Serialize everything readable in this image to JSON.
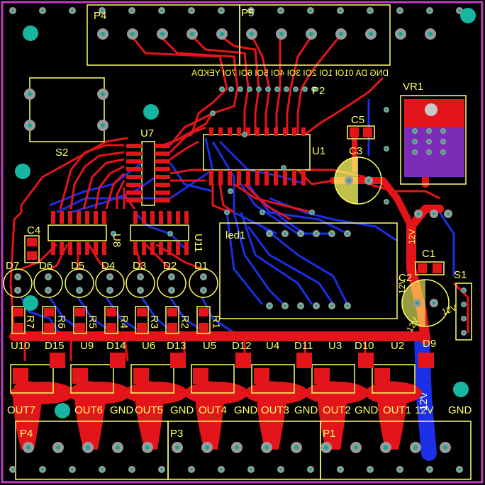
{
  "colors": {
    "background": "#000000",
    "top_copper": "#e4141b",
    "bottom_copper": "#1a2fe6",
    "silkscreen": "#ffff66",
    "board_outline": "#c03cc0",
    "pad_ring": "#9a9a9a",
    "via_hole": "#18b6a0",
    "component_body": "#7b2db8"
  },
  "designators": {
    "P4": "P4",
    "P5": "P5",
    "P2": "P2",
    "P1": "P1",
    "P3": "P3",
    "VR1": "VR1",
    "S2": "S2",
    "S1": "S1",
    "U7": "U7",
    "U1": "U1",
    "C5": "C5",
    "C3": "C3",
    "C4": "C4",
    "C1": "C1",
    "C2": "C2",
    "U8": "U8",
    "U11": "U11",
    "led1": "led1",
    "D7": "D7",
    "D6": "D6",
    "D5": "D5",
    "D4": "D4",
    "D3": "D3",
    "D2": "D2",
    "D1": "D1",
    "R7": "R7",
    "R6": "R6",
    "R5": "R5",
    "R4": "R4",
    "R3": "R3",
    "R2": "R2",
    "R1": "R1",
    "U10": "U10",
    "U9": "U9",
    "U6": "U6",
    "U5": "U5",
    "U4": "U4",
    "U3": "U3",
    "U2": "U2",
    "D15": "D15",
    "D14": "D14",
    "D13": "D13",
    "D12": "D12",
    "D11": "D11",
    "D10": "D10",
    "D9": "D9"
  },
  "p2_pin_labels_mirrored": [
    "ADKEY",
    "IO7",
    "IO6",
    "IO5",
    "IO4",
    "IO3",
    "IO2",
    "IO1",
    "IO10",
    "AD",
    "GND"
  ],
  "bottom_labels": [
    "OUT7",
    "OUT6",
    "GND",
    "OUT5",
    "GND",
    "OUT4",
    "GND",
    "OUT3",
    "GND",
    "OUT2",
    "GND",
    "OUT1",
    "12V",
    "GND"
  ],
  "voltage_labels": {
    "c1_label": "12V",
    "c2_label": "12V",
    "c2_label_b": "12V",
    "vr_label": "12V",
    "net_label": "12V"
  }
}
